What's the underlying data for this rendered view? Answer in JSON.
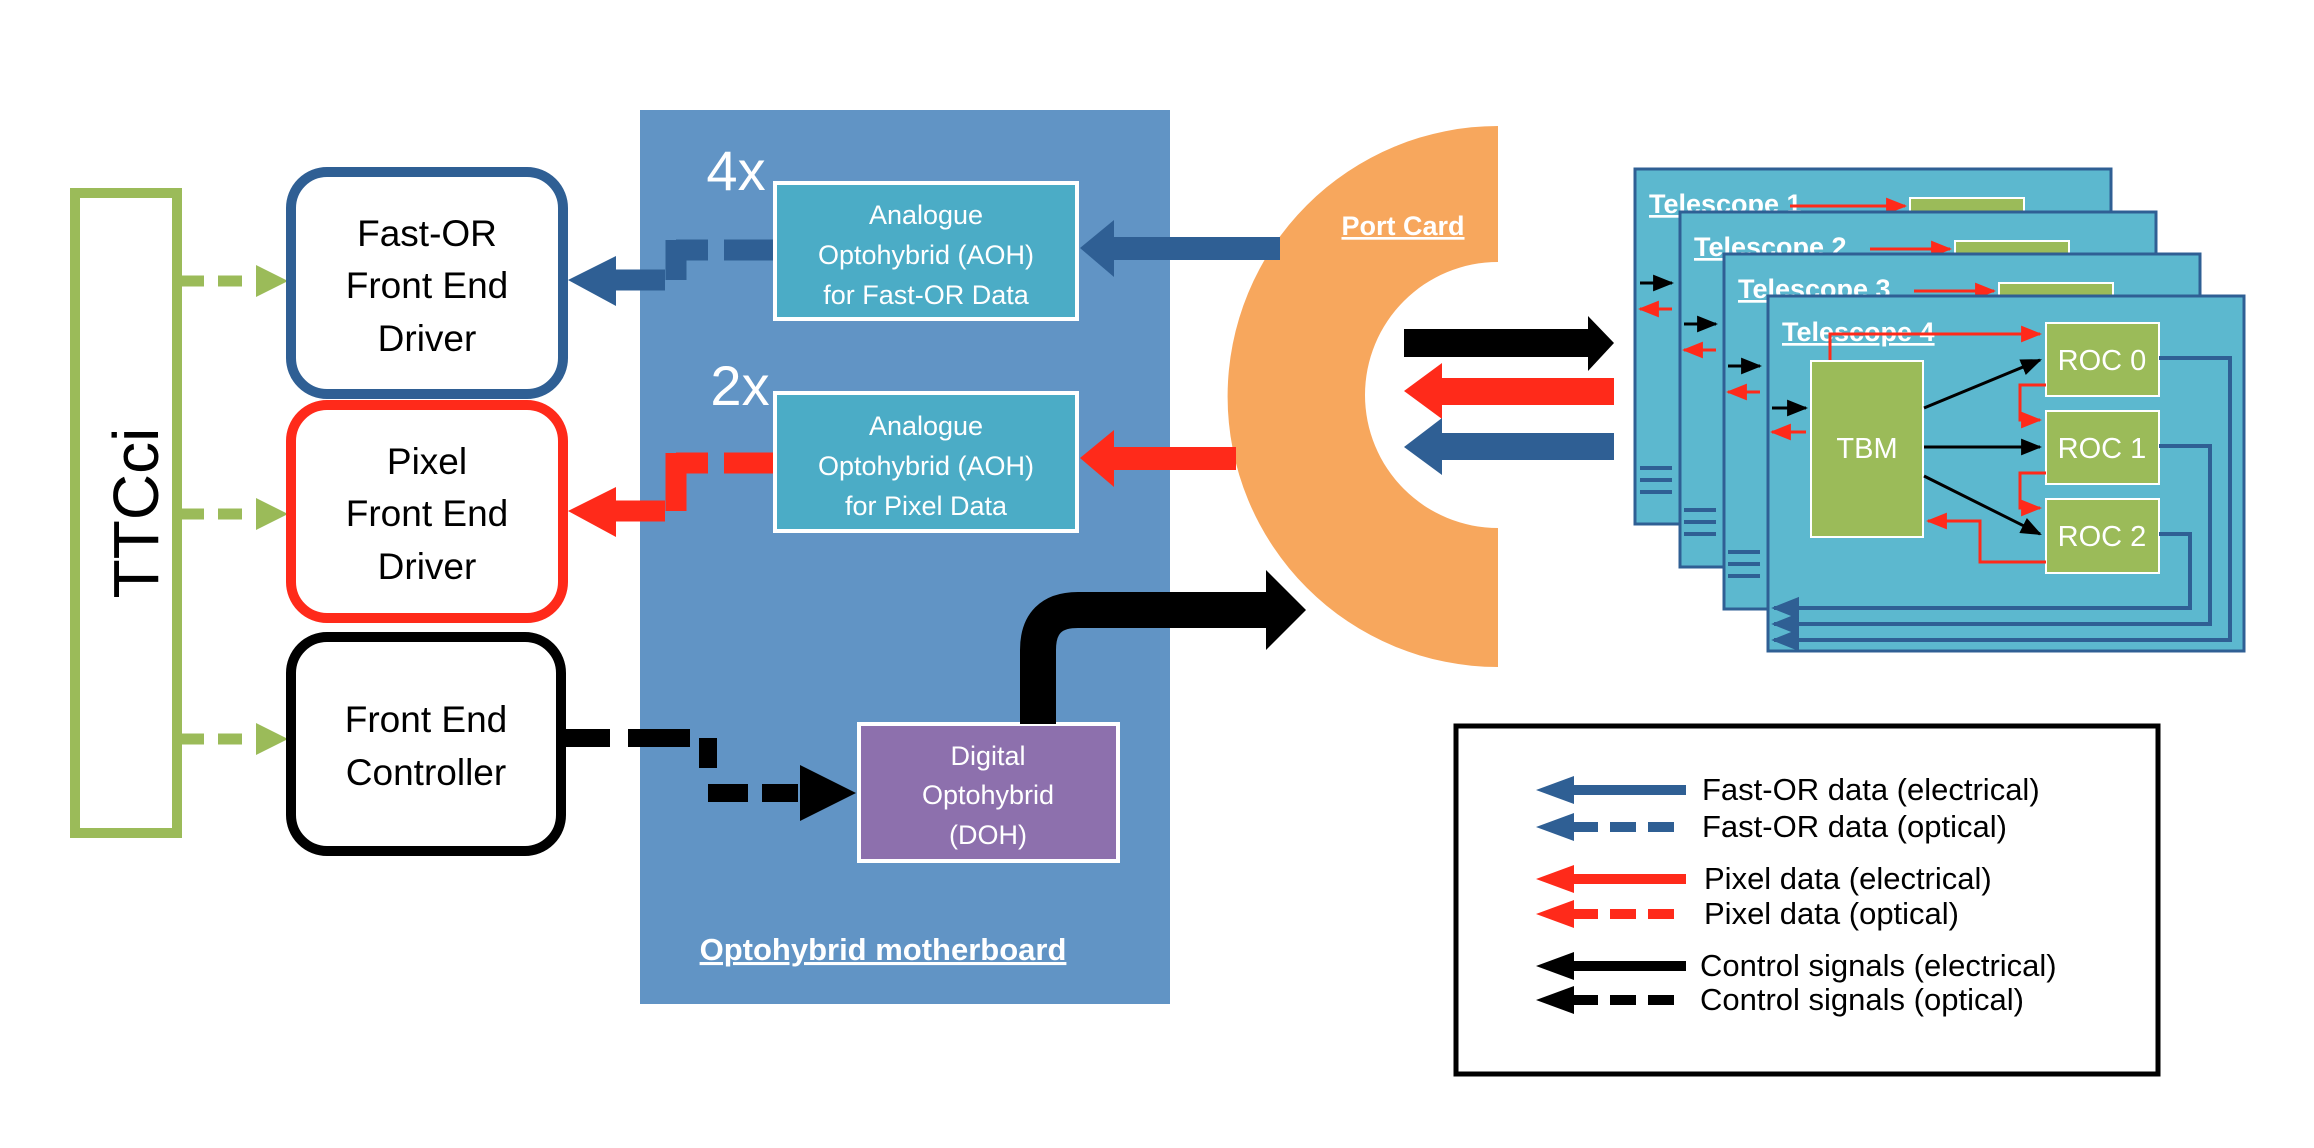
{
  "ttcci": {
    "label": "TTCci"
  },
  "fed_fastor": {
    "lines": [
      "Fast-OR",
      "Front End",
      "Driver"
    ]
  },
  "fed_pixel": {
    "lines": [
      "Pixel",
      "Front End",
      "Driver"
    ]
  },
  "fec": {
    "lines": [
      "Front End",
      "Controller"
    ]
  },
  "motherboard": {
    "label": "Optohybrid motherboard",
    "mult_fastor": "4x",
    "mult_pixel": "2x",
    "aoh_fastor": {
      "lines": [
        "Analogue",
        "Optohybrid (AOH)",
        "for Fast-OR Data"
      ]
    },
    "aoh_pixel": {
      "lines": [
        "Analogue",
        "Optohybrid (AOH)",
        "for Pixel Data"
      ]
    },
    "doh": {
      "lines": [
        "Digital",
        "Optohybrid",
        "(DOH)"
      ]
    }
  },
  "port_card": {
    "label": "Port Card"
  },
  "telescopes": {
    "titles": [
      "Telescope 1",
      "Telescope 2",
      "Telescope 3",
      "Telescope 4"
    ],
    "tbm": "TBM",
    "rocs": [
      "ROC 0",
      "ROC 1",
      "ROC 2"
    ]
  },
  "legend": {
    "items": [
      {
        "label": "Fast-OR data (electrical)"
      },
      {
        "label": "Fast-OR data (optical)"
      },
      {
        "label": "Pixel data (electrical)"
      },
      {
        "label": "Pixel data (optical)"
      },
      {
        "label": "Control signals (electrical)"
      },
      {
        "label": "Control signals (optical)"
      }
    ]
  },
  "colors": {
    "fastor": "#2f5f94",
    "pixel": "#ff2a1a",
    "control": "#000000",
    "ttcci": "#9bbb59",
    "motherboard": "#6194c5",
    "aoh": "#4bacc6",
    "doh": "#8d70ad",
    "port_card": "#f7a75d",
    "telescope": "#5cb8cf",
    "chip": "#9bbb59"
  }
}
